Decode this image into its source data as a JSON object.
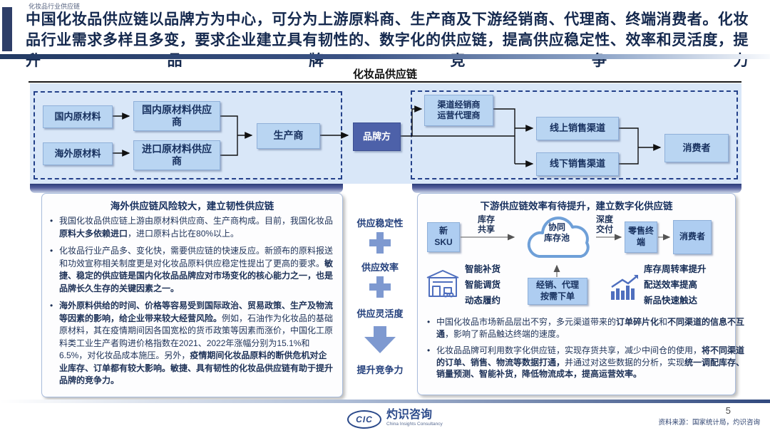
{
  "page": {
    "eyebrow": "化妆品行业供应链",
    "title": "中国化妆品供应链以品牌方为中心，可分为上游原料商、生产商及下游经销商、代理商、终端消费者。化妆品行业需求多样且多变，要求企业建立具有韧性的、数字化的供应链，提高供应稳定性、效率和灵活度，提升品牌竞争力"
  },
  "diagram": {
    "heading": "化妆品供应链",
    "nodes": {
      "domestic_raw": "国内原材料",
      "overseas_raw": "海外原材料",
      "domestic_supplier": "国内原材料供应商",
      "import_supplier": "进口原材料供应商",
      "manufacturer": "生产商",
      "brand": "品牌方",
      "channel_agent_line1": "渠道经销商",
      "channel_agent_line2": "运营代理商",
      "online_channel": "线上销售渠道",
      "offline_channel": "线下销售渠道",
      "consumer": "消费者"
    }
  },
  "left_box": {
    "title": "海外供应链风险较大，建立韧性供应链",
    "bullets": [
      [
        "我国化妆品供应链上游由原材料供应商、生产商构成。目前，我国化妆品",
        "原料大多依赖进口",
        "，进口原料占比在80%以上。"
      ],
      [
        "化妆品行业产品多、变化快，需要供应链的快速反应。新颁布的原料报送和功效宣称相关制度更是对化妆品原料供应稳定性提出了更高的要求。",
        "敏捷、稳定的供应链是国内化妆品品牌应对市场变化的核心能力之一，也是品牌长久生存的关键因素之一。"
      ],
      [
        "海外原料供给的时间、价格等容易受到国际政治、贸易政策、生产及物流等因素的影响，给企业带来较大经营风险。",
        "例如，石油作为化妆品的基础原材料，其在疫情期间因各国宽松的货币政策等因素而涨价，中国化工原料类工业生产者购进价格指数在2021、2022年涨幅分别为15.1%和6.5%，对化妆品成本施压。另外，",
        "疫情期间化妆品原料的断供危机对企业库存、订单都有较大影响。敏捷、具有韧性的化妆品供应链有助于提升品牌的竞争力。"
      ]
    ]
  },
  "middle": {
    "stability": "供应稳定性",
    "efficiency": "供应效率",
    "flexibility": "供应灵活度",
    "outcome": "提升竞争力"
  },
  "right_box": {
    "title": "下游供应链效率有待提升，建立数字化供应链",
    "flow": {
      "new_sku_line1": "新",
      "new_sku_line2": "SKU",
      "share_line1": "库存",
      "share_line2": "共享",
      "pool_line1": "协同",
      "pool_line2": "库存池",
      "delivery_line1": "深度",
      "delivery_line2": "交付",
      "retail": "零售终端",
      "consumer": "消费者",
      "order_line1": "经销、代理",
      "order_line2": "按需下单"
    },
    "benefits_left": [
      "智能补货",
      "智能调货",
      "动态履约"
    ],
    "benefits_right": [
      "库存周转率提升",
      "配送效率提高",
      "新品快速触达"
    ],
    "bullets": [
      [
        "中国化妆品市场新品层出不穷，多元渠道带来的",
        "订单碎片化",
        "和",
        "不同渠道的信息不互通",
        "，影响了新品触达终端的速度。"
      ],
      [
        "化妆品品牌可利用数字化供应链，实现存货共享，减少中间仓的使用，",
        "将不同渠道的订单、销售、物流等数据打通，",
        "并通过对这些数据的分析，实现",
        "统一调配库存、销量预测、智能补货，降低物流成本，提高运营效率。"
      ]
    ]
  },
  "footer": {
    "logo_cic": "CIC",
    "logo_name": "灼识咨询",
    "logo_sub": "China Insights Consultancy",
    "page_number": "5",
    "source": "资料来源：国家统计局，灼识咨询"
  },
  "colors": {
    "accent_navy": "#1f3864",
    "panel_blue": "#d9e7f8",
    "node_blue": "#b9d5f2",
    "brand_box_blue": "#4d61a9",
    "mid_icon_blue": "#7e99d0"
  }
}
